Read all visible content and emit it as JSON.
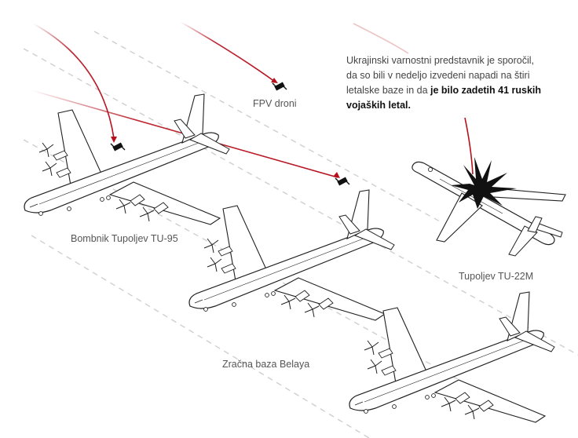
{
  "labels": {
    "fpv_drones": "FPV droni",
    "tu95": "Bombnik Tupoljev TU-95",
    "tu22m": "Tupoljev TU-22M",
    "airbase": "Zračna baza Belaya"
  },
  "statement": {
    "text": "Ukrajinski varnostni predstavnik je sporočil, da so bili v nedeljo izvedeni napadi na štiri letalske baze in da ",
    "emphasis": "je bilo zadetih 41 ruskih vojaških letal."
  },
  "colors": {
    "attack_path": "#b5101c",
    "aircraft_outline": "#222222",
    "aircraft_fill": "#ffffff",
    "runway_dash": "#cfcfcf",
    "explosion": "#111111",
    "label_text": "#555555",
    "emphasis_text": "#111111"
  },
  "icons": {
    "drone": "fpv-drone-icon",
    "explosion": "explosion-icon",
    "bomber": "tu95-bomber-icon",
    "jet": "tu22m-jet-icon"
  }
}
